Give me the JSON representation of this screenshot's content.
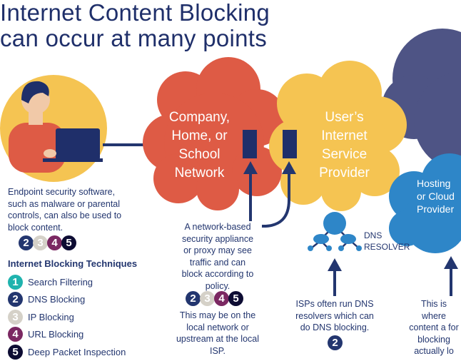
{
  "title": {
    "line1": "Internet Content Blocking",
    "line2": "can occur at many points"
  },
  "clouds": {
    "company": "Company, Home, or School Network",
    "isp": "User’s Internet Service Provider",
    "hosting": "Hosting or Cloud Provider"
  },
  "notes": {
    "endpoint": "Endpoint security software, such as malware or parental controls, can also be used to block content.",
    "appliance": "A network-based security appliance or proxy may see traffic and can block according to policy.",
    "local": "This may be on the local network or upstream at the local ISP.",
    "dns": "ISPs often run DNS resolvers which can do DNS blocking.",
    "hosting": "This is where content a for blocking actually lo"
  },
  "dns_label": {
    "line1": "DNS",
    "line2": "RESOLVER"
  },
  "legend": {
    "title": "Internet Blocking Techniques",
    "items": [
      {
        "n": "1",
        "label": "Search Filtering",
        "color": "#1fb3ae"
      },
      {
        "n": "2",
        "label": "DNS Blocking",
        "color": "#23366f"
      },
      {
        "n": "3",
        "label": "IP Blocking",
        "color": "#d5d1c8"
      },
      {
        "n": "4",
        "label": "URL Blocking",
        "color": "#7b2862"
      },
      {
        "n": "5",
        "label": "Deep Packet Inspection",
        "color": "#0d0c33"
      }
    ]
  },
  "badges": {
    "two": "2",
    "three": "3",
    "four": "4",
    "five": "5"
  },
  "colors": {
    "company": "#de5b45",
    "isp": "#f5c452",
    "hosting": "#2e86c8",
    "remote": "#4e5485",
    "navy": "#23366f"
  }
}
